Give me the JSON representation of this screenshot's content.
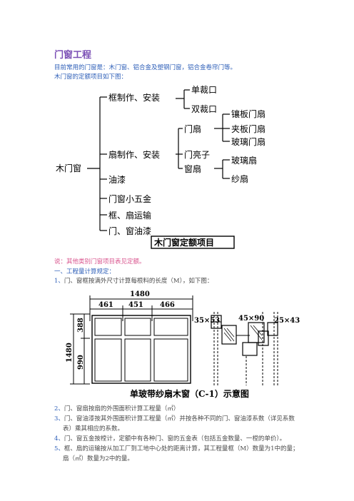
{
  "title": "门窗工程",
  "intro": [
    "目前常用的门窗是：木门窗、铝合金及塑钢门窗，铝合金卷帘门等。",
    "木门窗的定额项目如下图："
  ],
  "tree": {
    "root": "木门窗",
    "level1": [
      "框制作、安装",
      "扇制作、安装",
      "油漆",
      "门窗小五金",
      "框、扇运输",
      "门、窗油漆"
    ],
    "frame_children": [
      "单裁口",
      "双裁口"
    ],
    "sash_children": [
      "门扇",
      "门亮子",
      "窗扇"
    ],
    "door_leaf_children": [
      "镶板门扇",
      "夹板门扇",
      "玻璃门扇"
    ],
    "window_leaf_children": [
      "玻璃扇",
      "纱扇"
    ],
    "caption": "木门窗定额项目"
  },
  "note": {
    "prefix": "说：",
    "text": "其他类别门窗项目表见定额。"
  },
  "section1": "一、工程量计算规定：",
  "item1": {
    "num": "1、",
    "text": "门、窗框按满外尺寸计算每根料的长度（M），如下图："
  },
  "drawing": {
    "overall_width": "1480",
    "seg1": "461",
    "seg2": "451",
    "seg3": "466",
    "overall_height": "1480",
    "top_height": "388",
    "bottom_height": "990",
    "section_left": "35×53",
    "section_mid": "45×90",
    "section_right": "25×43",
    "caption": "单玻带纱扇木窗（C-1）示意图"
  },
  "items": [
    {
      "num": "2、",
      "text": "门、窗扇按扇的外围面积计算工程量（㎡）"
    },
    {
      "num": "3、",
      "text": "门、窗油漆按其外围面积计算工程量（㎡）并按各种不同的门、窗油漆系数（详见系数"
    },
    {
      "num": "",
      "text": "表）乘其相应的系数。"
    },
    {
      "num": "4、",
      "text": "门、窗五金按樘计，定额中有各种门、窗的五金表（包括五金数量、一樘的单价）。"
    },
    {
      "num": "5、",
      "text": "框、扇的运输按从加工厂到工地中心处的距离计算，其工程量框（M）数量为1中的量；"
    },
    {
      "num": "",
      "text": "扇（㎡）数量为2中的量。"
    }
  ]
}
